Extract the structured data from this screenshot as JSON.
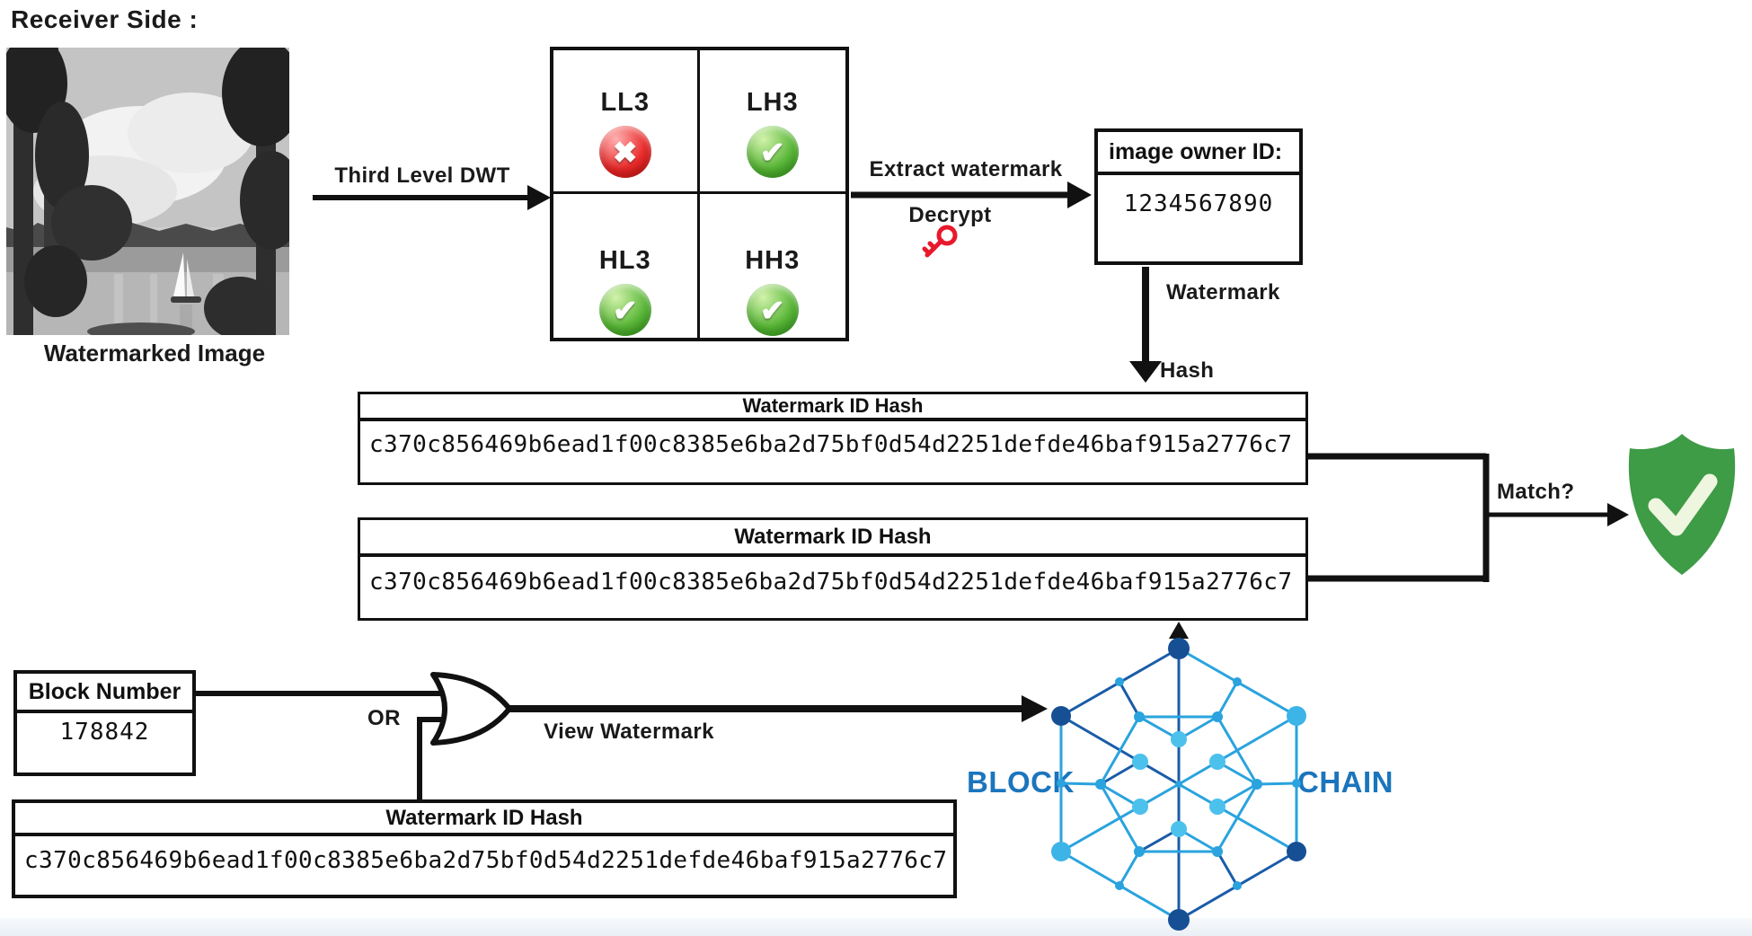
{
  "title": "Receiver Side :",
  "watermarked_image": {
    "caption": "Watermarked Image"
  },
  "arrows": {
    "dwt_label": "Third Level DWT",
    "extract_label": "Extract watermark",
    "decrypt_label": "Decrypt",
    "watermark_label": "Watermark",
    "hash_label": "Hash",
    "match_label": "Match?",
    "or_label": "OR",
    "view_watermark_label": "View Watermark"
  },
  "dwt": {
    "subbands": [
      {
        "label": "LL3",
        "status": "rejected"
      },
      {
        "label": "LH3",
        "status": "accepted"
      },
      {
        "label": "HL3",
        "status": "accepted"
      },
      {
        "label": "HH3",
        "status": "accepted"
      }
    ]
  },
  "owner_box": {
    "header": "image owner ID:",
    "value": "1234567890"
  },
  "hash_boxes": [
    {
      "header": "Watermark ID Hash",
      "value": "c370c856469b6ead1f00c8385e6ba2d75bf0d54d2251defde46baf915a2776c7"
    },
    {
      "header": "Watermark ID Hash",
      "value": "c370c856469b6ead1f00c8385e6ba2d75bf0d54d2251defde46baf915a2776c7"
    },
    {
      "header": "Watermark ID Hash",
      "value": "c370c856469b6ead1f00c8385e6ba2d75bf0d54d2251defde46baf915a2776c7"
    }
  ],
  "block_box": {
    "header": "Block Number",
    "value": "178842"
  },
  "blockchain": {
    "left_text": "BLOCK",
    "right_text": "CHAIN"
  },
  "icons": {
    "check": "✔",
    "cross": "✖"
  },
  "colors": {
    "accepted_green": "#4caf3a",
    "rejected_red": "#e02424",
    "shield_green": "#3e9b46",
    "key_red": "#e8192c",
    "blockchain_dark": "#164f94",
    "blockchain_light": "#3cb4e7",
    "blockchain_text": "#1b75bc",
    "line_black": "#111111"
  }
}
